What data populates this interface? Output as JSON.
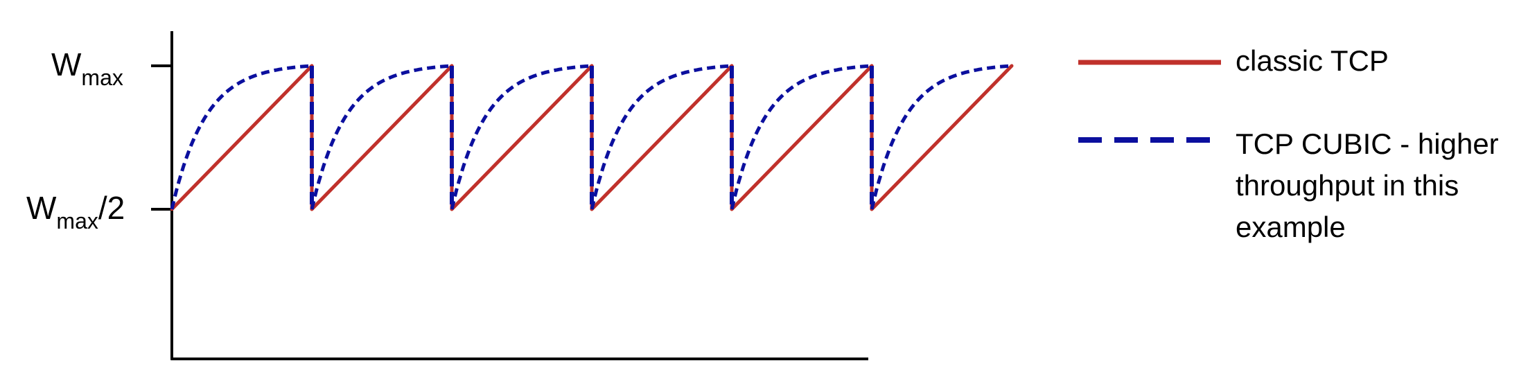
{
  "chart_data": {
    "type": "line",
    "title": "",
    "xlabel": "",
    "ylabel": "",
    "grid": false,
    "legend_position": "right",
    "y_ticks": [
      {
        "value": 1,
        "label_main": "W",
        "label_sub": "max",
        "label_suffix": ""
      },
      {
        "value": 0.5,
        "label_main": "W",
        "label_sub": "max",
        "label_suffix": "/2"
      }
    ],
    "ylim": [
      0,
      1.12
    ],
    "xlim": [
      0,
      5
    ],
    "x_visible_range": [
      0,
      6
    ],
    "cycles": 6,
    "series": [
      {
        "name": "classic TCP",
        "style": "solid",
        "color": "#c0312b",
        "shape": "linear sawtooth from Wmax/2 to Wmax in each cycle, then drop to Wmax/2",
        "min": 0.5,
        "max": 1
      },
      {
        "name": "TCP CUBIC - higher throughput in this example",
        "legend_lines": [
          "TCP CUBIC - higher",
          "throughput in this",
          "example"
        ],
        "style": "dashed",
        "color": "#0b0f9e",
        "shape": "concave rise from Wmax/2 quickly approaching Wmax in each cycle, then drop to Wmax/2",
        "min": 0.5,
        "max": 1
      }
    ]
  }
}
